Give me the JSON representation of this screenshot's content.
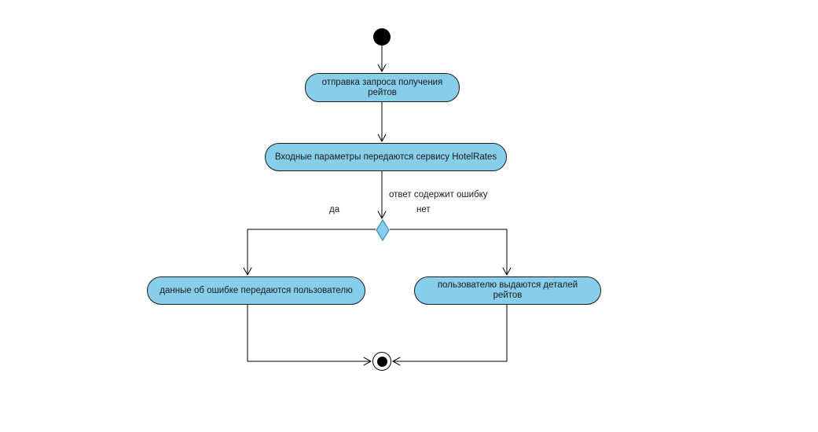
{
  "diagram": {
    "type": "uml-activity-diagram",
    "nodes": {
      "start": {
        "kind": "initial-node"
      },
      "action1": {
        "label": "отправка запроса получения рейтов"
      },
      "action2": {
        "label": "Входные параметры передаются сервису HotelRates"
      },
      "action_error": {
        "label": "данные об ошибке передаются пользователю"
      },
      "action_success": {
        "label": "пользователю выдаются деталей рейтов"
      },
      "end": {
        "kind": "final-node"
      }
    },
    "decision": {
      "condition_label": "ответ содержит ошибку",
      "yes_label": "да",
      "no_label": "нет"
    },
    "colors": {
      "node_fill": "#87CEEB",
      "node_border": "#1a1a1a",
      "decision_border": "#3c8dbc",
      "edge": "#000000",
      "background": "#ffffff"
    }
  }
}
